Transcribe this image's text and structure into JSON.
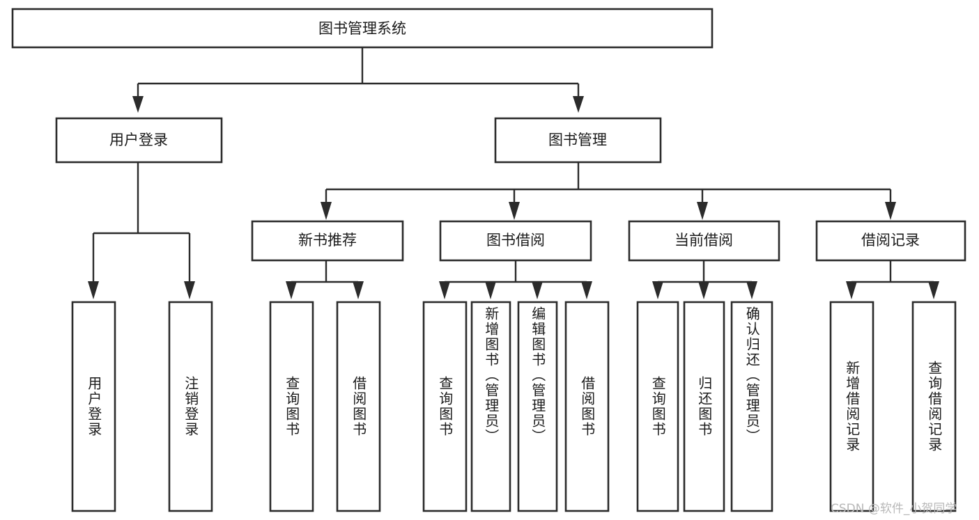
{
  "diagram": {
    "type": "tree",
    "title": "图书管理系统",
    "orientation": "top-down",
    "colors": {
      "box_fill": "#ffffff",
      "box_stroke": "#2b2b2b",
      "text": "#1a1a1a",
      "watermark": "#b8b8b8",
      "background": "#ffffff"
    },
    "root": {
      "label": "图书管理系统"
    },
    "level2": [
      {
        "label": "用户登录"
      },
      {
        "label": "图书管理"
      }
    ],
    "level3": [
      {
        "label": "新书推荐"
      },
      {
        "label": "图书借阅"
      },
      {
        "label": "当前借阅"
      },
      {
        "label": "借阅记录"
      }
    ],
    "leaves": {
      "user_login": [
        {
          "label": "用户登录"
        },
        {
          "label": "注销登录"
        }
      ],
      "new_book_recommend": [
        {
          "label": "查询图书"
        },
        {
          "label": "借阅图书"
        }
      ],
      "book_borrow": [
        {
          "label": "查询图书"
        },
        {
          "label": "新增图书（管理员）"
        },
        {
          "label": "编辑图书（管理员）"
        },
        {
          "label": "借阅图书"
        }
      ],
      "current_borrow": [
        {
          "label": "查询图书"
        },
        {
          "label": "归还图书"
        },
        {
          "label": "确认归还（管理员）"
        }
      ],
      "borrow_record": [
        {
          "label": "新增借阅记录"
        },
        {
          "label": "查询借阅记录"
        }
      ]
    }
  },
  "watermark": {
    "text": "CSDN @软件_小贺同学"
  }
}
